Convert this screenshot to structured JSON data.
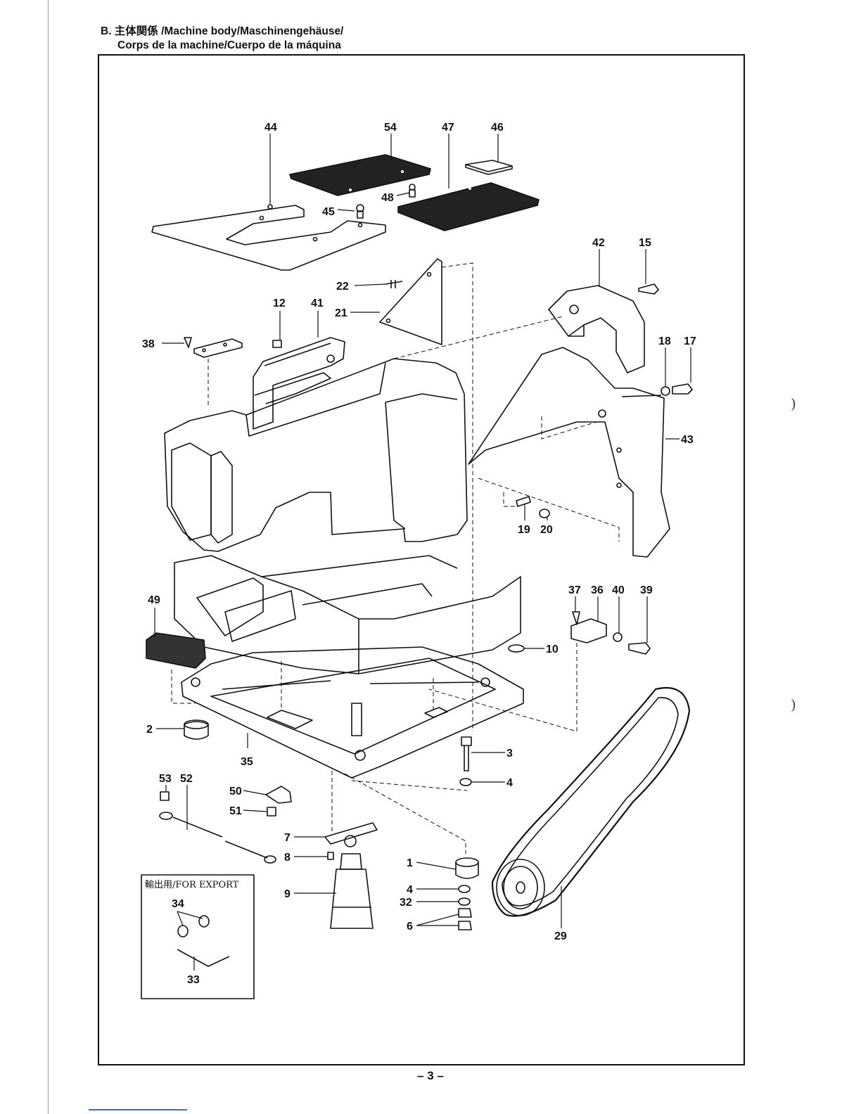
{
  "header": {
    "line1": "B. 主体関係 /Machine body/Maschinengehäuse/",
    "line2": "Corps de la machine/Cuerpo de la máquina"
  },
  "export_box": {
    "title": "輸出用/FOR EXPORT"
  },
  "labels": {
    "n1": "1",
    "n2": "2",
    "n3": "3",
    "n4a": "4",
    "n4b": "4",
    "n6": "6",
    "n7": "7",
    "n8": "8",
    "n9": "9",
    "n10": "10",
    "n12": "12",
    "n15": "15",
    "n17": "17",
    "n18": "18",
    "n19": "19",
    "n20": "20",
    "n21": "21",
    "n22": "22",
    "n29": "29",
    "n32": "32",
    "n33": "33",
    "n34": "34",
    "n35": "35",
    "n36": "36",
    "n37": "37",
    "n38": "38",
    "n39": "39",
    "n40": "40",
    "n41": "41",
    "n42": "42",
    "n43": "43",
    "n44": "44",
    "n45": "45",
    "n46": "46",
    "n47": "47",
    "n48": "48",
    "n49": "49",
    "n50": "50",
    "n51": "51",
    "n52": "52",
    "n53": "53",
    "n54": "54"
  },
  "footer": {
    "page_number": "– 3 –"
  },
  "margin_marks": {
    "paren1": ")",
    "paren2": ")"
  }
}
